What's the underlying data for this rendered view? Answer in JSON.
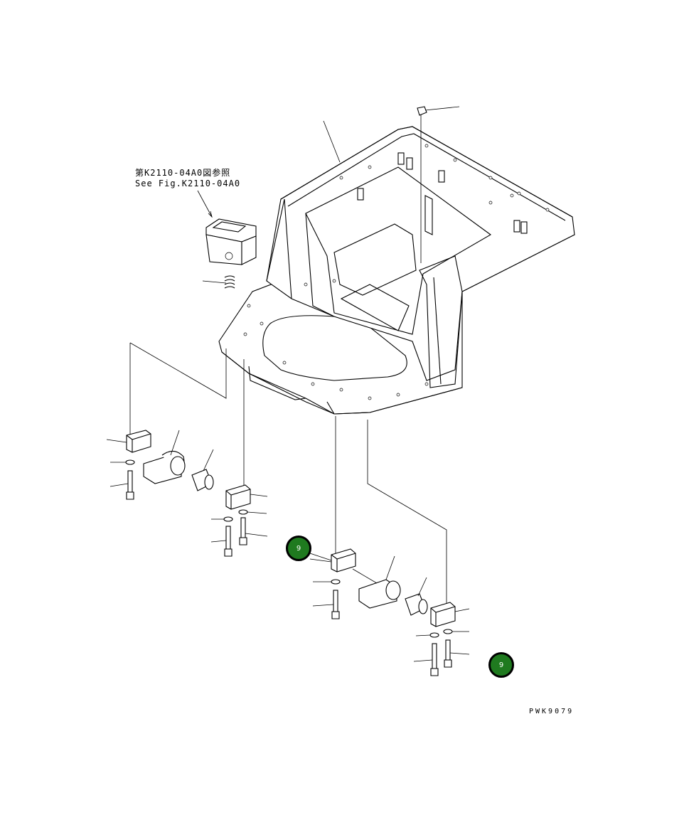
{
  "reference_note": {
    "line_jp": "第K2110-04A0図参照",
    "line_en": "See Fig.K2110-04A0"
  },
  "callouts": [
    {
      "label": "9",
      "color": "#1f7a1f"
    },
    {
      "label": "9",
      "color": "#1f7a1f"
    }
  ],
  "drawing_code": "PWK9079"
}
